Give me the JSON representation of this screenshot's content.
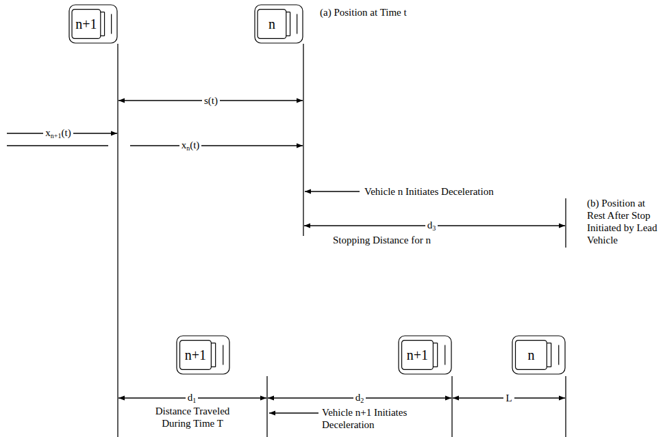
{
  "diagram": {
    "nodes": [
      {
        "text": [
          "n+1"
        ]
      },
      {
        "text": [
          "n"
        ]
      },
      {
        "text": [
          "n+1"
        ]
      },
      {
        "text": [
          "n+1"
        ]
      },
      {
        "text": [
          "n"
        ]
      }
    ],
    "labels": [
      "(a) Position at Time t",
      "s(t)",
      "x",
      "n+1",
      "(t)",
      "x",
      "n",
      "(t)",
      "Vehicle n Initiates Deceleration",
      "d",
      "3",
      "Stopping Distance for n",
      "(b) Position at Rest After Stop Initiated by Lead Vehicle",
      "d",
      "1",
      "Distance Traveled During Time T",
      "Vehicle n+1 Initiates Deceleration",
      "d",
      "2",
      "L"
    ]
  }
}
